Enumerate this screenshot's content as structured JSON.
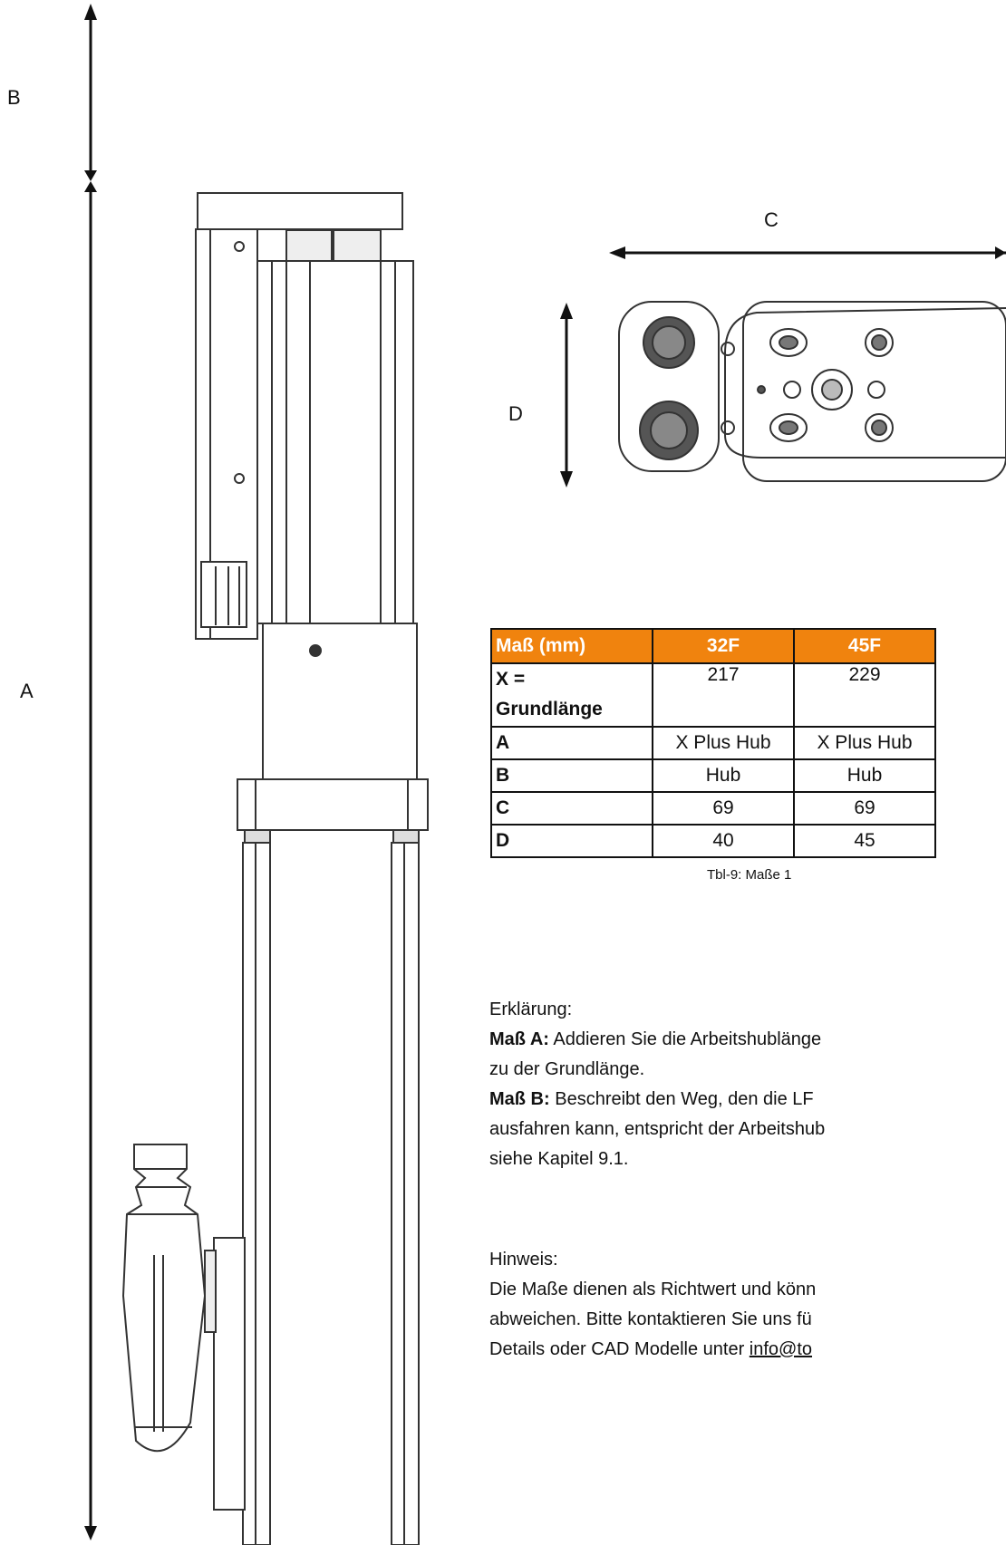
{
  "labels": {
    "A": "A",
    "B": "B",
    "C": "C",
    "D": "D"
  },
  "table": {
    "headers": [
      "Maß (mm)",
      "32F",
      "45F"
    ],
    "rows": [
      {
        "label": "X = Grundlänge",
        "values": [
          "217",
          "229"
        ]
      },
      {
        "label": "A",
        "values": [
          "X Plus Hub",
          "X Plus Hub"
        ]
      },
      {
        "label": "B",
        "values": [
          "Hub",
          "Hub"
        ]
      },
      {
        "label": "C",
        "values": [
          "69",
          "69"
        ]
      },
      {
        "label": "D",
        "values": [
          "40",
          "45"
        ]
      }
    ],
    "caption": "Tbl-9: Maße 1",
    "header_color": "#f0830e"
  },
  "explanation": {
    "heading": "Erklärung:",
    "a_label": "Maß A:",
    "a_line1": " Addieren Sie die Arbeitshublänge",
    "a_line2": "zu der Grundlänge.",
    "b_label": "Maß B:",
    "b_line1": " Beschreibt den Weg, den die LF",
    "b_line2": "ausfahren kann, entspricht der Arbeitshub",
    "b_line3": "siehe Kapitel 9.1."
  },
  "note": {
    "heading": "Hinweis:",
    "line1": "Die Maße dienen als Richtwert und könn",
    "line2": "abweichen. Bitte kontaktieren Sie uns fü",
    "line3_prefix": "Details oder CAD Modelle unter ",
    "email": "info@to"
  }
}
